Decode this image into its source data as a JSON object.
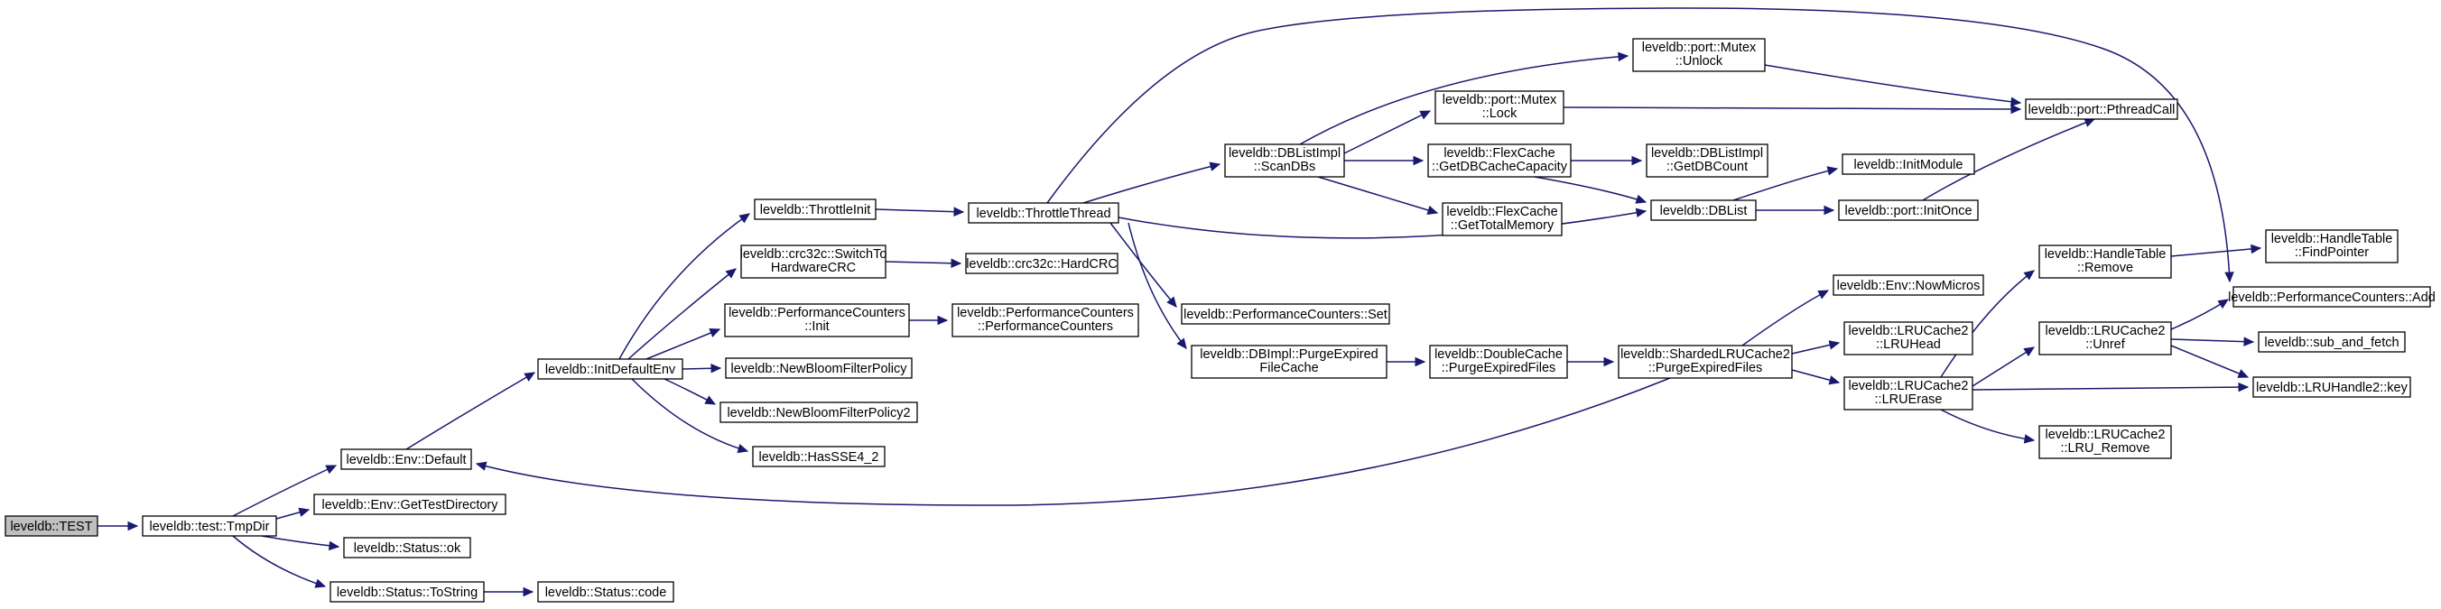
{
  "graph": {
    "colors": {
      "edge": "#191970",
      "node_border": "#000000",
      "root_fill": "#bfbfbf",
      "node_fill": "#ffffff"
    },
    "nodes": {
      "test": {
        "lines": [
          "leveldb::TEST"
        ]
      },
      "tmpdir": {
        "lines": [
          "leveldb::test::TmpDir"
        ]
      },
      "envdefault": {
        "lines": [
          "leveldb::Env::Default"
        ]
      },
      "gettestdir": {
        "lines": [
          "leveldb::Env::GetTestDirectory"
        ]
      },
      "statusok": {
        "lines": [
          "leveldb::Status::ok"
        ]
      },
      "tostring": {
        "lines": [
          "leveldb::Status::ToString"
        ]
      },
      "statuscode": {
        "lines": [
          "leveldb::Status::code"
        ]
      },
      "initdefaultenv": {
        "lines": [
          "leveldb::InitDefaultEnv"
        ]
      },
      "throttleinit": {
        "lines": [
          "leveldb::ThrottleInit"
        ]
      },
      "switchtohw": {
        "lines": [
          "leveldb::crc32c::SwitchTo",
          "HardwareCRC"
        ]
      },
      "perfcountersinit": {
        "lines": [
          "leveldb::PerformanceCounters",
          "::Init"
        ]
      },
      "newbloom": {
        "lines": [
          "leveldb::NewBloomFilterPolicy"
        ]
      },
      "newbloom2": {
        "lines": [
          "leveldb::NewBloomFilterPolicy2"
        ]
      },
      "hassse": {
        "lines": [
          "leveldb::HasSSE4_2"
        ]
      },
      "throttlethread": {
        "lines": [
          "leveldb::ThrottleThread"
        ]
      },
      "hardcrc": {
        "lines": [
          "leveldb::crc32c::HardCRC"
        ]
      },
      "perfcountersctor": {
        "lines": [
          "leveldb::PerformanceCounters",
          "::PerformanceCounters"
        ]
      },
      "scandbs": {
        "lines": [
          "leveldb::DBListImpl",
          "::ScanDBs"
        ]
      },
      "perfset": {
        "lines": [
          "leveldb::PerformanceCounters::Set"
        ]
      },
      "purgeexpired": {
        "lines": [
          "leveldb::DBImpl::PurgeExpired",
          "FileCache"
        ]
      },
      "mutexunlock": {
        "lines": [
          "leveldb::port::Mutex",
          "::Unlock"
        ]
      },
      "mutexlock": {
        "lines": [
          "leveldb::port::Mutex",
          "::Lock"
        ]
      },
      "getdbcachecap": {
        "lines": [
          "leveldb::FlexCache",
          "::GetDBCacheCapacity"
        ]
      },
      "gettotalmem": {
        "lines": [
          "leveldb::FlexCache",
          "::GetTotalMemory"
        ]
      },
      "doublecachepurge": {
        "lines": [
          "leveldb::DoubleCache",
          "::PurgeExpiredFiles"
        ]
      },
      "getdbcount": {
        "lines": [
          "leveldb::DBListImpl",
          "::GetDBCount"
        ]
      },
      "dblist": {
        "lines": [
          "leveldb::DBList"
        ]
      },
      "shardedpurge": {
        "lines": [
          "leveldb::ShardedLRUCache2",
          "::PurgeExpiredFiles"
        ]
      },
      "pthreadcall": {
        "lines": [
          "leveldb::port::PthreadCall"
        ]
      },
      "initmodule": {
        "lines": [
          "leveldb::InitModule"
        ]
      },
      "initonce": {
        "lines": [
          "leveldb::port::InitOnce"
        ]
      },
      "nowmicros": {
        "lines": [
          "leveldb::Env::NowMicros"
        ]
      },
      "lruhead": {
        "lines": [
          "leveldb::LRUCache2",
          "::LRUHead"
        ]
      },
      "lruerase": {
        "lines": [
          "leveldb::LRUCache2",
          "::LRUErase"
        ]
      },
      "htremove": {
        "lines": [
          "leveldb::HandleTable",
          "::Remove"
        ]
      },
      "unref": {
        "lines": [
          "leveldb::LRUCache2",
          "::Unref"
        ]
      },
      "lruremove": {
        "lines": [
          "leveldb::LRUCache2",
          "::LRU_Remove"
        ]
      },
      "findpointer": {
        "lines": [
          "leveldb::HandleTable",
          "::FindPointer"
        ]
      },
      "perfadd": {
        "lines": [
          "leveldb::PerformanceCounters::Add"
        ]
      },
      "subandfetch": {
        "lines": [
          "leveldb::sub_and_fetch"
        ]
      },
      "lruhandlekey": {
        "lines": [
          "leveldb::LRUHandle2::key"
        ]
      }
    }
  }
}
